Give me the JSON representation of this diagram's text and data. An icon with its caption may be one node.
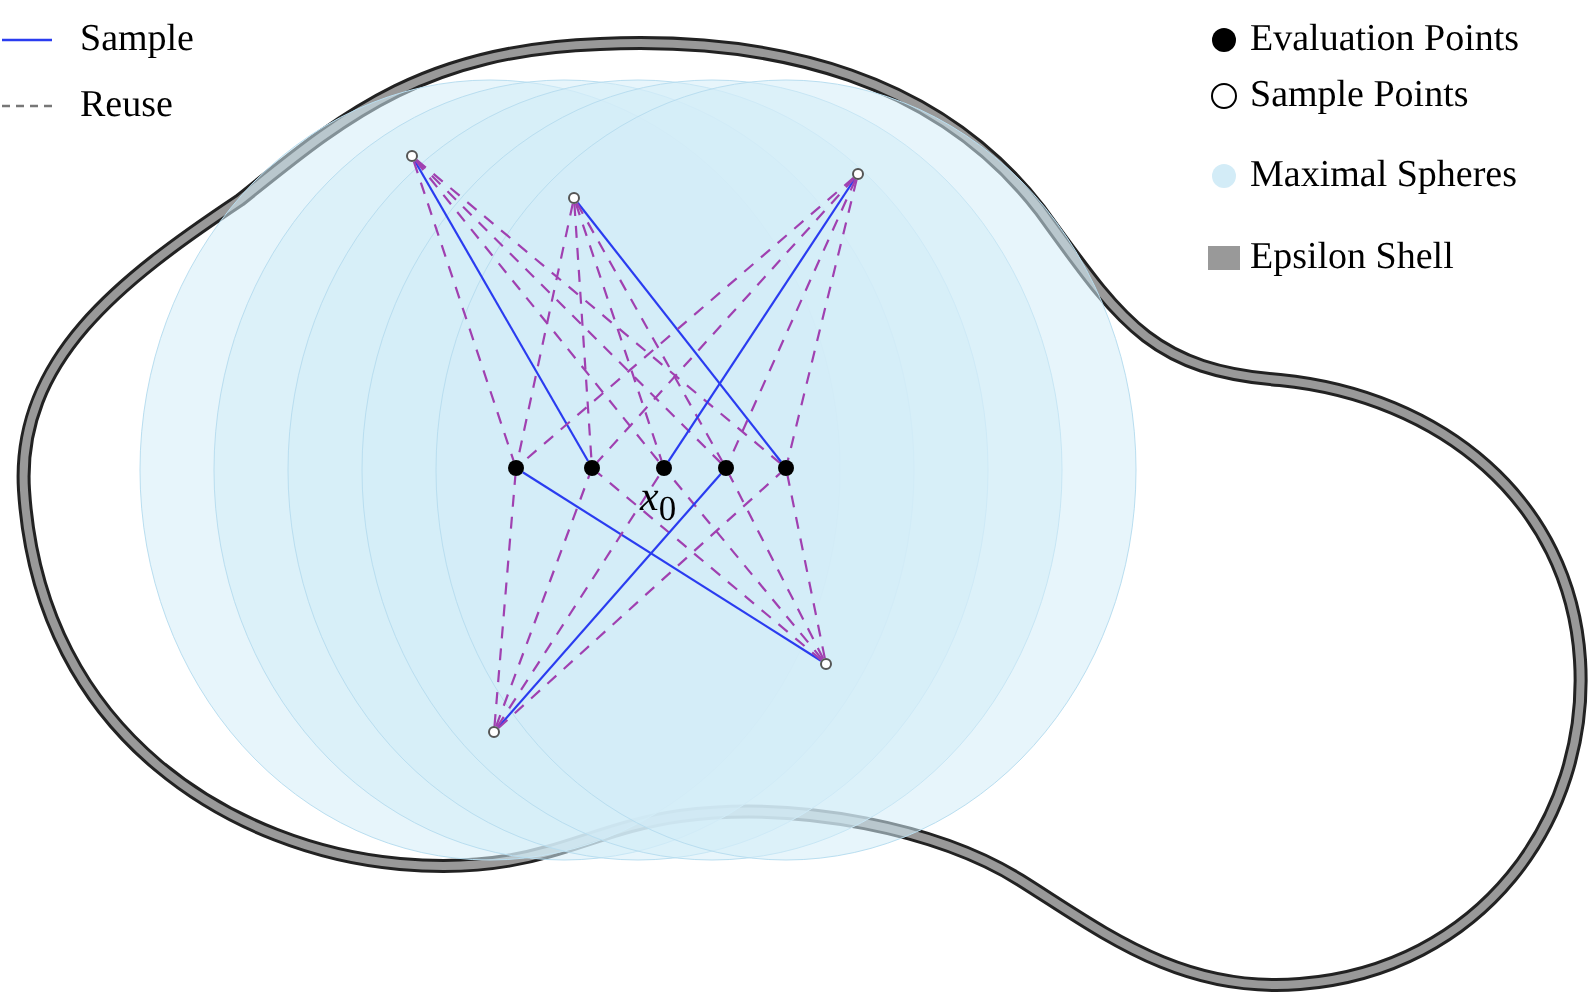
{
  "diagram": {
    "nodes": [
      {
        "text": [],
        "shape": "circle"
      },
      {
        "text": [],
        "shape": "circle"
      },
      {
        "text": [],
        "shape": "circle",
        "beside": [
          "*x*$_{0}$"
        ]
      },
      {
        "text": [],
        "shape": "circle"
      },
      {
        "text": [],
        "shape": "circle"
      },
      {
        "text": [],
        "shape": "circle"
      },
      {
        "text": [],
        "shape": "circle"
      },
      {
        "text": [],
        "shape": "circle"
      },
      {
        "text": [],
        "shape": "circle"
      },
      {
        "text": [],
        "shape": "circle"
      }
    ],
    "edges": [
      {
        "from": 5,
        "to": 1,
        "arrow": "none",
        "color": "#2a3cf0"
      },
      {
        "from": 5,
        "to": 0,
        "arrow": "none",
        "style": "dashed"
      },
      {
        "from": 5,
        "to": 2,
        "arrow": "none",
        "style": "dashed"
      },
      {
        "from": 5,
        "to": 3,
        "arrow": "none",
        "style": "dashed"
      },
      {
        "from": 5,
        "to": 4,
        "arrow": "none",
        "style": "dashed"
      },
      {
        "from": 6,
        "to": 4,
        "arrow": "none",
        "color": "#2a3cf0"
      },
      {
        "from": 6,
        "to": 0,
        "arrow": "none",
        "style": "dashed"
      },
      {
        "from": 6,
        "to": 1,
        "arrow": "none",
        "style": "dashed"
      },
      {
        "from": 6,
        "to": 2,
        "arrow": "none",
        "style": "dashed"
      },
      {
        "from": 6,
        "to": 3,
        "arrow": "none",
        "style": "dashed"
      },
      {
        "from": 7,
        "to": 2,
        "arrow": "none",
        "color": "#2a3cf0"
      },
      {
        "from": 7,
        "to": 0,
        "arrow": "none",
        "style": "dashed"
      },
      {
        "from": 7,
        "to": 1,
        "arrow": "none",
        "style": "dashed"
      },
      {
        "from": 7,
        "to": 3,
        "arrow": "none",
        "style": "dashed"
      },
      {
        "from": 7,
        "to": 4,
        "arrow": "none",
        "style": "dashed"
      },
      {
        "from": 8,
        "to": 0,
        "arrow": "none",
        "color": "#2a3cf0"
      },
      {
        "from": 8,
        "to": 1,
        "arrow": "none",
        "style": "dashed"
      },
      {
        "from": 8,
        "to": 2,
        "arrow": "none",
        "style": "dashed"
      },
      {
        "from": 8,
        "to": 3,
        "arrow": "none",
        "style": "dashed"
      },
      {
        "from": 8,
        "to": 4,
        "arrow": "none",
        "style": "dashed"
      },
      {
        "from": 9,
        "to": 3,
        "arrow": "none",
        "color": "#2a3cf0"
      },
      {
        "from": 9,
        "to": 0,
        "arrow": "none",
        "style": "dashed"
      },
      {
        "from": 9,
        "to": 1,
        "arrow": "none",
        "style": "dashed"
      },
      {
        "from": 9,
        "to": 2,
        "arrow": "none",
        "style": "dashed"
      },
      {
        "from": 9,
        "to": 4,
        "arrow": "none",
        "style": "dashed"
      }
    ],
    "legend": [
      {
        "text": "Sample"
      },
      {
        "text": "Reuse"
      },
      {
        "text": "Evaluation Points"
      },
      {
        "text": "Sample Points"
      },
      {
        "text": "Maximal Spheres",
        "color": "#d3ecf7"
      },
      {
        "text": "Epsilon Shell",
        "color": "#999999"
      }
    ]
  }
}
